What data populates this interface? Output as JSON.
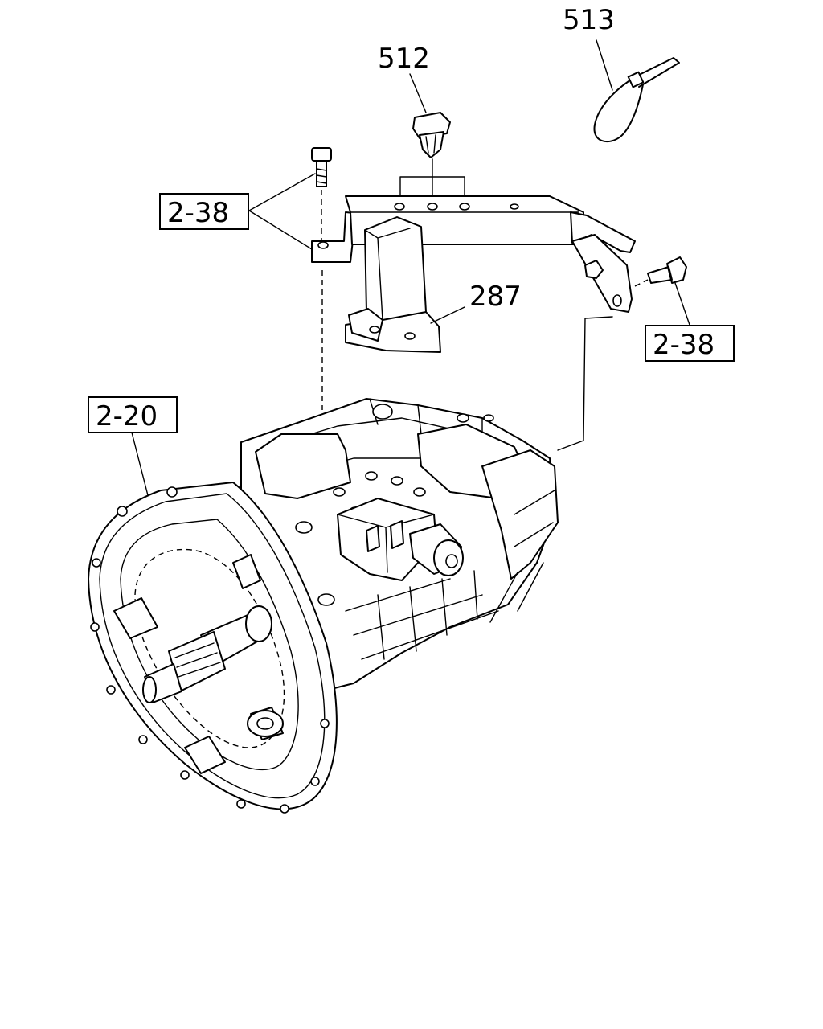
{
  "callouts": {
    "c513": "513",
    "c512": "512",
    "c287": "287",
    "c238_left": "2-38",
    "c238_right": "2-38",
    "c220": "2-20"
  }
}
